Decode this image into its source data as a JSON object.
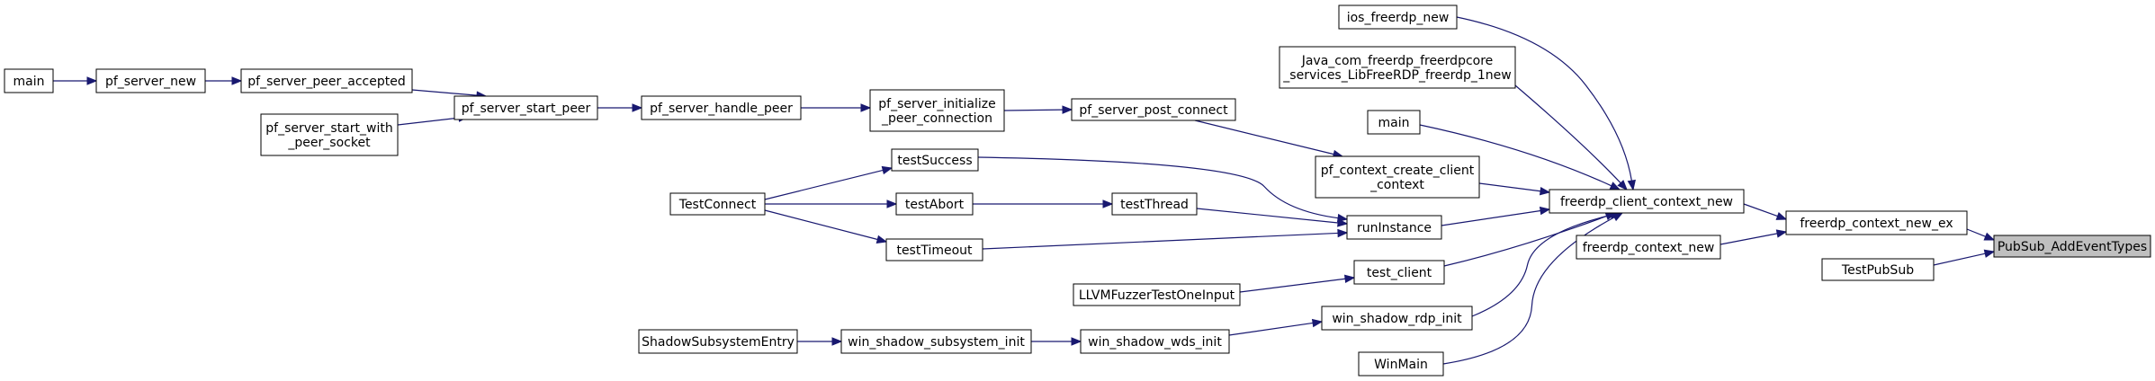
{
  "diagram": {
    "type": "caller-graph",
    "root": "PubSub_AddEventTypes",
    "colors": {
      "edge": "#191970",
      "root_fill": "#bfbfbf",
      "node_fill": "#ffffff",
      "node_border": "#000000"
    },
    "nodes": [
      {
        "id": "n_pubsub_add",
        "label": [
          "PubSub_AddEventTypes"
        ],
        "root": true
      },
      {
        "id": "n_ctx_new_ex",
        "label": [
          "freerdp_context_new_ex"
        ]
      },
      {
        "id": "n_testpubsub",
        "label": [
          "TestPubSub"
        ]
      },
      {
        "id": "n_client_ctx_new",
        "label": [
          "freerdp_client_context_new"
        ]
      },
      {
        "id": "n_ctx_new",
        "label": [
          "freerdp_context_new"
        ]
      },
      {
        "id": "n_ios",
        "label": [
          "ios_freerdp_new"
        ]
      },
      {
        "id": "n_java",
        "label": [
          "Java_com_freerdp_freerdpcore",
          "_services_LibFreeRDP_freerdp_1new"
        ]
      },
      {
        "id": "n_main_mid",
        "label": [
          "main"
        ]
      },
      {
        "id": "n_pf_create_client",
        "label": [
          "pf_context_create_client",
          "_context"
        ]
      },
      {
        "id": "n_runinstance",
        "label": [
          "runInstance"
        ]
      },
      {
        "id": "n_test_client",
        "label": [
          "test_client"
        ]
      },
      {
        "id": "n_win_rdp_init",
        "label": [
          "win_shadow_rdp_init"
        ]
      },
      {
        "id": "n_winmain",
        "label": [
          "WinMain"
        ]
      },
      {
        "id": "n_pf_post_connect",
        "label": [
          "pf_server_post_connect"
        ]
      },
      {
        "id": "n_pf_init_peer",
        "label": [
          "pf_server_initialize",
          "_peer_connection"
        ]
      },
      {
        "id": "n_pf_handle_peer",
        "label": [
          "pf_server_handle_peer"
        ]
      },
      {
        "id": "n_pf_start_peer",
        "label": [
          "pf_server_start_peer"
        ]
      },
      {
        "id": "n_pf_peer_accepted",
        "label": [
          "pf_server_peer_accepted"
        ]
      },
      {
        "id": "n_pf_start_socket",
        "label": [
          "pf_server_start_with",
          "_peer_socket"
        ]
      },
      {
        "id": "n_pf_server_new",
        "label": [
          "pf_server_new"
        ]
      },
      {
        "id": "n_main_left",
        "label": [
          "main"
        ]
      },
      {
        "id": "n_testsuccess",
        "label": [
          "testSuccess"
        ]
      },
      {
        "id": "n_testthread",
        "label": [
          "testThread"
        ]
      },
      {
        "id": "n_testtimeout",
        "label": [
          "testTimeout"
        ]
      },
      {
        "id": "n_testabort",
        "label": [
          "testAbort"
        ]
      },
      {
        "id": "n_testconnect",
        "label": [
          "TestConnect"
        ]
      },
      {
        "id": "n_llvm",
        "label": [
          "LLVMFuzzerTestOneInput"
        ]
      },
      {
        "id": "n_win_wds_init",
        "label": [
          "win_shadow_wds_init"
        ]
      },
      {
        "id": "n_win_subsys_init",
        "label": [
          "win_shadow_subsystem_init"
        ]
      },
      {
        "id": "n_shadow_entry",
        "label": [
          "ShadowSubsystemEntry"
        ]
      }
    ],
    "edges": [
      {
        "from": "n_ctx_new_ex",
        "to": "n_pubsub_add"
      },
      {
        "from": "n_testpubsub",
        "to": "n_pubsub_add"
      },
      {
        "from": "n_client_ctx_new",
        "to": "n_ctx_new_ex"
      },
      {
        "from": "n_ctx_new",
        "to": "n_ctx_new_ex"
      },
      {
        "from": "n_ios",
        "to": "n_client_ctx_new"
      },
      {
        "from": "n_java",
        "to": "n_client_ctx_new"
      },
      {
        "from": "n_main_mid",
        "to": "n_client_ctx_new"
      },
      {
        "from": "n_pf_create_client",
        "to": "n_client_ctx_new"
      },
      {
        "from": "n_runinstance",
        "to": "n_client_ctx_new"
      },
      {
        "from": "n_test_client",
        "to": "n_client_ctx_new"
      },
      {
        "from": "n_win_rdp_init",
        "to": "n_client_ctx_new"
      },
      {
        "from": "n_winmain",
        "to": "n_client_ctx_new"
      },
      {
        "from": "n_pf_post_connect",
        "to": "n_pf_create_client"
      },
      {
        "from": "n_pf_init_peer",
        "to": "n_pf_post_connect"
      },
      {
        "from": "n_pf_handle_peer",
        "to": "n_pf_init_peer"
      },
      {
        "from": "n_pf_start_peer",
        "to": "n_pf_handle_peer"
      },
      {
        "from": "n_pf_peer_accepted",
        "to": "n_pf_start_peer"
      },
      {
        "from": "n_pf_start_socket",
        "to": "n_pf_start_peer"
      },
      {
        "from": "n_pf_server_new",
        "to": "n_pf_peer_accepted"
      },
      {
        "from": "n_main_left",
        "to": "n_pf_server_new"
      },
      {
        "from": "n_testsuccess",
        "to": "n_runinstance"
      },
      {
        "from": "n_testthread",
        "to": "n_runinstance"
      },
      {
        "from": "n_testtimeout",
        "to": "n_runinstance"
      },
      {
        "from": "n_testabort",
        "to": "n_testthread"
      },
      {
        "from": "n_testconnect",
        "to": "n_testsuccess"
      },
      {
        "from": "n_testconnect",
        "to": "n_testabort"
      },
      {
        "from": "n_testconnect",
        "to": "n_testtimeout"
      },
      {
        "from": "n_llvm",
        "to": "n_test_client"
      },
      {
        "from": "n_win_wds_init",
        "to": "n_win_rdp_init"
      },
      {
        "from": "n_win_subsys_init",
        "to": "n_win_wds_init"
      },
      {
        "from": "n_shadow_entry",
        "to": "n_win_subsys_init"
      }
    ]
  }
}
